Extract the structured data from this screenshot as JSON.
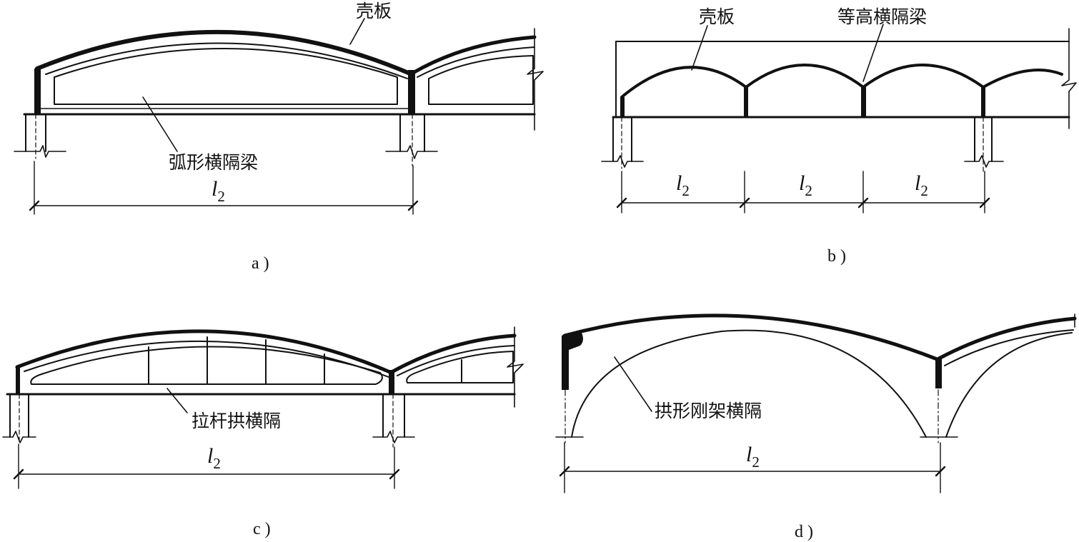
{
  "panels": {
    "a": {
      "caption": "a )",
      "label_shell": "壳板",
      "label_diaphragm": "弧形横隔梁",
      "dim_main": "l",
      "dim_sub": "2"
    },
    "b": {
      "caption": "b )",
      "label_shell": "壳板",
      "label_diaphragm": "等高横隔梁",
      "dims": [
        {
          "main": "l",
          "sub": "2"
        },
        {
          "main": "l",
          "sub": "2"
        },
        {
          "main": "l",
          "sub": "2"
        }
      ]
    },
    "c": {
      "caption": "c )",
      "label_diaphragm": "拉杆拱横隔",
      "dim_main": "l",
      "dim_sub": "2"
    },
    "d": {
      "caption": "d )",
      "label_diaphragm": "拱形刚架横隔",
      "dim_main": "l",
      "dim_sub": "2"
    }
  }
}
